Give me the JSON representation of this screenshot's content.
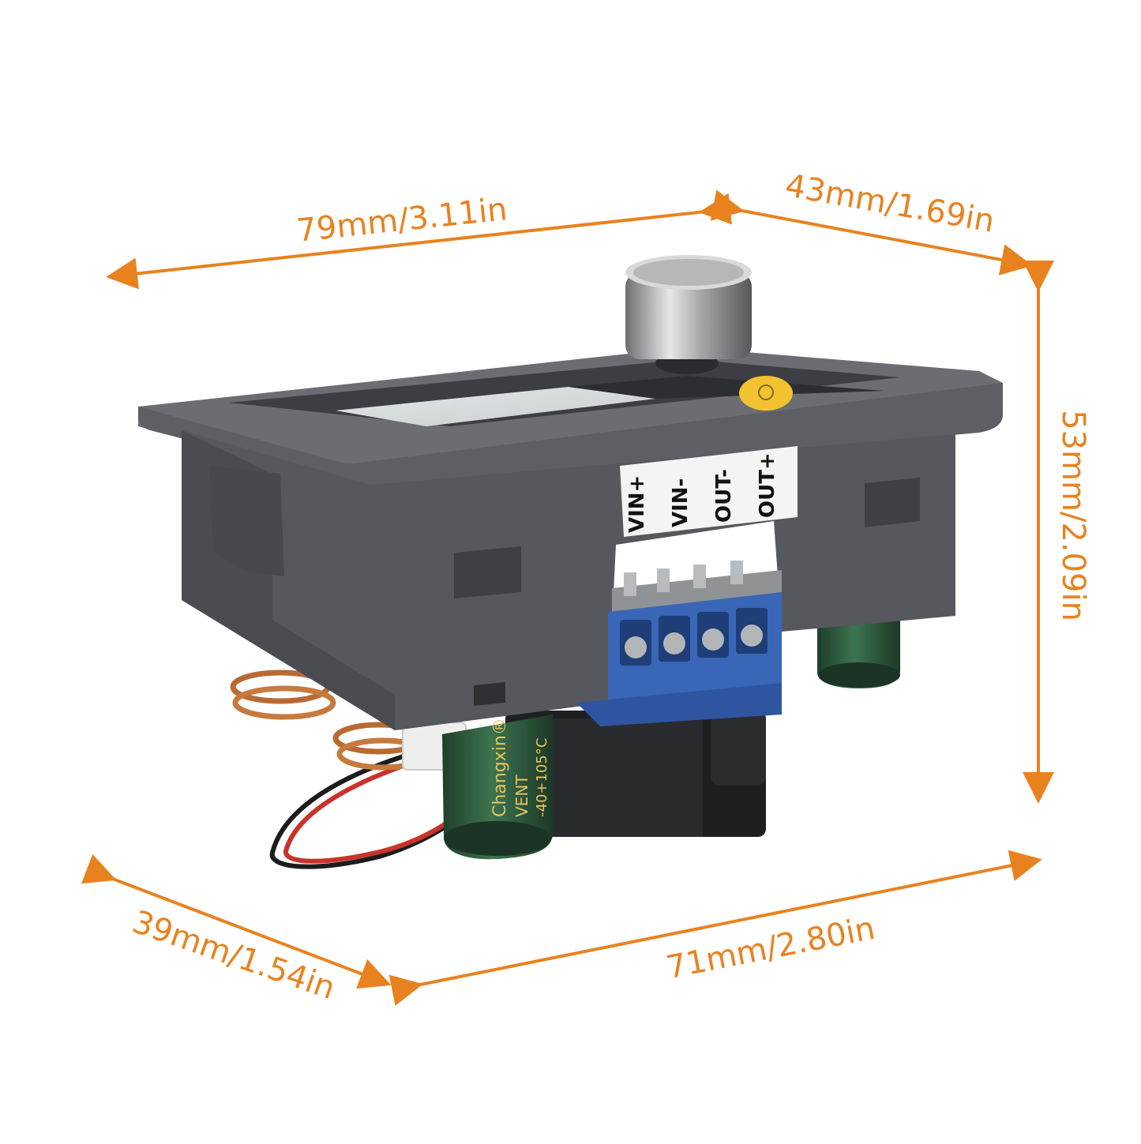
{
  "dimensions": {
    "top_width": "79mm/3.11in",
    "top_depth": "43mm/1.69in",
    "height": "53mm/2.09in",
    "bottom_depth": "39mm/1.54in",
    "bottom_width": "71mm/2.80in"
  },
  "terminals": [
    "VIN+",
    "VIN-",
    "OUT-",
    "OUT+"
  ],
  "capacitor": {
    "brand": "Changxin®",
    "vent": "VENT",
    "temp": "-40+105°C"
  },
  "colors": {
    "accent": "#e8821f",
    "housing": "#5a5c62",
    "terminal_block": "#3a66b8",
    "capacitor": "#2f5a3f",
    "button": "#f2c230"
  }
}
